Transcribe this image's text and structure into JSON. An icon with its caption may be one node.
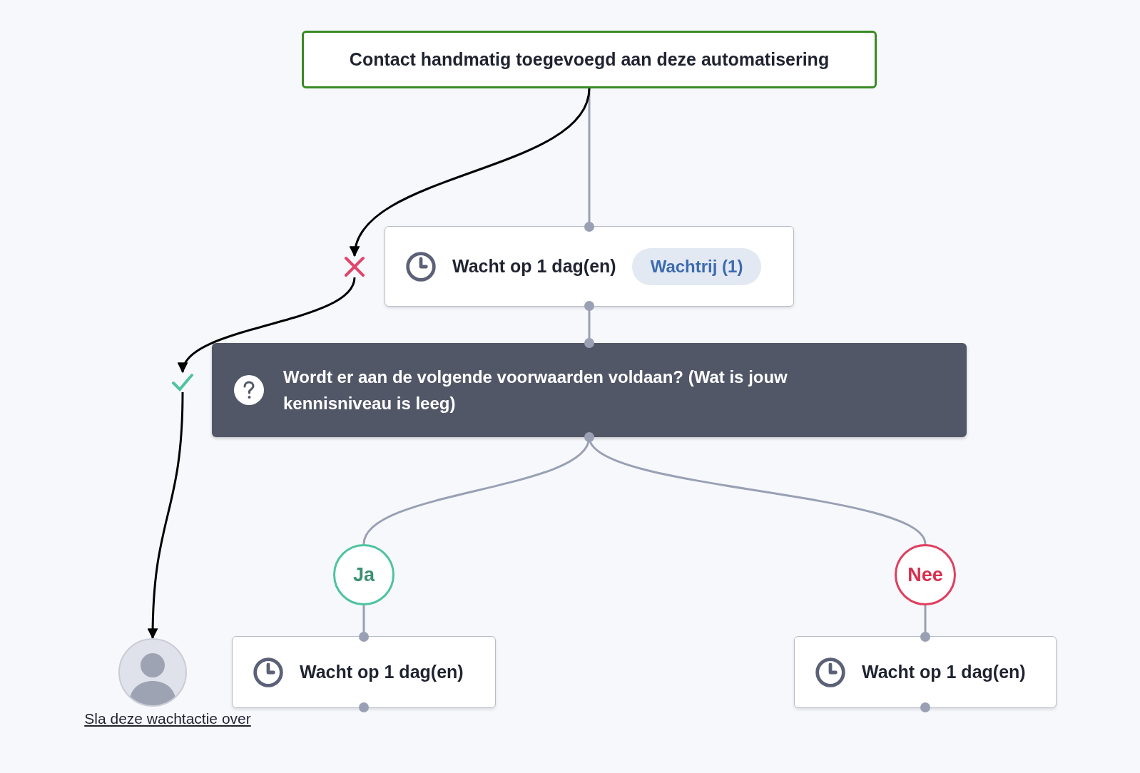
{
  "diagram": {
    "nodes": [
      {
        "text": [
          "Contact handmatig toegevoegd aan deze automatisering"
        ]
      },
      {
        "text": [
          "Wacht op 1 dag(en)",
          "Wachtrij (1)"
        ]
      },
      {
        "text": [
          "Wordt er aan de volgende voorwaarden voldaan? (Wat is jouw kennisniveau is leeg)"
        ]
      },
      {
        "text": [
          "Ja"
        ]
      },
      {
        "text": [
          "Nee"
        ]
      },
      {
        "text": [
          "Wacht op 1 dag(en)"
        ]
      },
      {
        "text": [
          "Wacht op 1 dag(en)"
        ]
      },
      {
        "text": [],
        "shape": "cross"
      },
      {
        "text": [],
        "shape": "check"
      },
      {
        "text": [],
        "shape": "person",
        "beside": [
          "Sla deze wachtactie over"
        ]
      }
    ],
    "edges": [
      {
        "from": 0,
        "to": 1,
        "arrow": "none"
      },
      {
        "from": 1,
        "to": 2,
        "arrow": "none"
      },
      {
        "from": 2,
        "to": 3,
        "arrow": "none"
      },
      {
        "from": 2,
        "to": 4,
        "arrow": "none"
      },
      {
        "from": 3,
        "to": 5,
        "arrow": "none"
      },
      {
        "from": 4,
        "to": 6,
        "arrow": "none"
      },
      {
        "from": 0,
        "to": 7,
        "arrow": "to",
        "color": "#000000"
      },
      {
        "from": 7,
        "to": 8,
        "arrow": "to",
        "color": "#000000"
      },
      {
        "from": 8,
        "to": 9,
        "arrow": "to",
        "color": "#000000"
      }
    ]
  }
}
